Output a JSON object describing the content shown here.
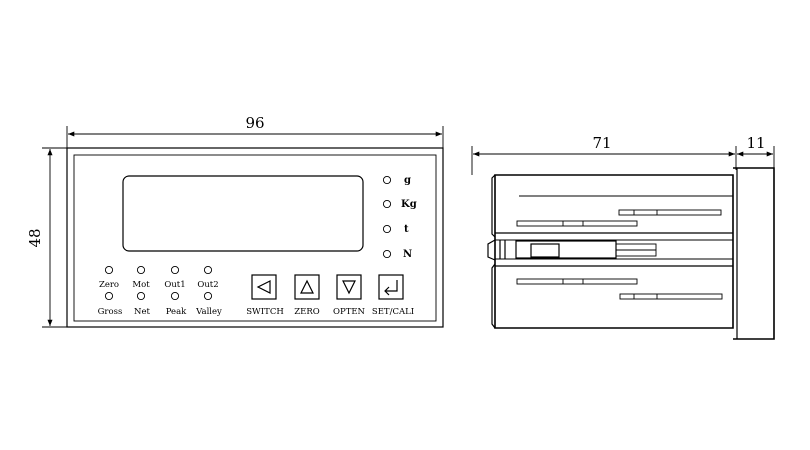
{
  "dimensions": {
    "front_width": "96",
    "front_height": "48",
    "side_depth": "71",
    "side_bezel": "11"
  },
  "unit_indicators": [
    "g",
    "Kg",
    "t",
    "N"
  ],
  "status_indicators": {
    "top_row": [
      "Zero",
      "Mot",
      "Out1",
      "Out2"
    ],
    "bottom_row": [
      "Gross",
      "Net",
      "Peak",
      "Valley"
    ]
  },
  "buttons": [
    {
      "label": "SWITCH",
      "icon": "left-triangle-icon"
    },
    {
      "label": "ZERO",
      "icon": "up-triangle-icon"
    },
    {
      "label": "OPTEN",
      "icon": "down-triangle-icon"
    },
    {
      "label": "SET/CALI",
      "icon": "return-arrow-icon"
    }
  ]
}
